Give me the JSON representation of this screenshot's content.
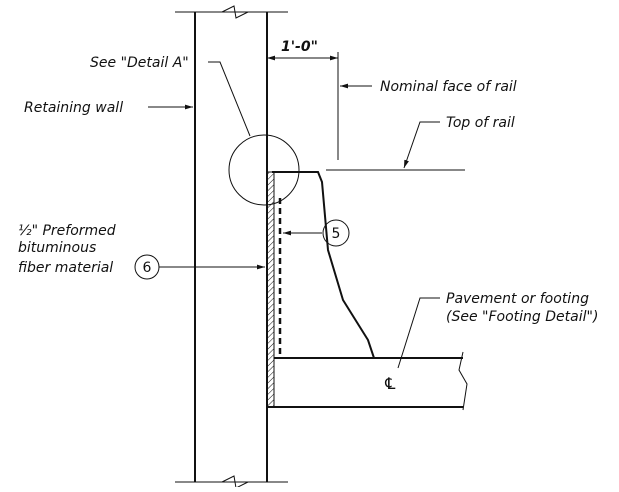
{
  "labels": {
    "detail_prefix": "See ",
    "detail_quoted": "\"Detail A\"",
    "dimension": "1'-0\"",
    "nominal_face": "Nominal face of rail",
    "retaining_wall": "Retaining wall",
    "top_of_rail": "Top of rail",
    "preformed_fraction": "½\"",
    "preformed_word": " Preformed",
    "bituminous": "bituminous",
    "fiber_material": "fiber material",
    "pavement_line1": "Pavement or footing",
    "pavement_line2_a": "(See ",
    "pavement_line2_b": "\"Footing Detail\"",
    "pavement_line2_c": ")",
    "centerline_symbol": "℄"
  },
  "callouts": {
    "item_5": "5",
    "item_6": "6"
  },
  "colors": {
    "ink": "#111111",
    "background": "#ffffff"
  }
}
